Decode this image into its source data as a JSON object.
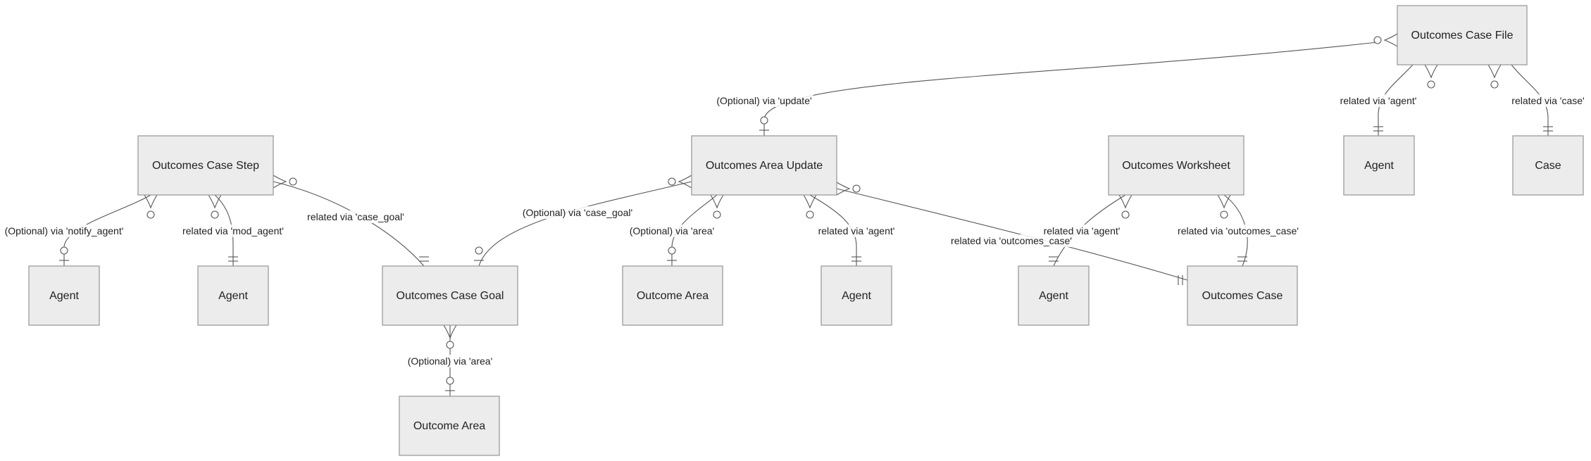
{
  "entities": [
    {
      "id": "case_file",
      "label": "Outcomes Case File"
    },
    {
      "id": "agent_cf",
      "label": "Agent"
    },
    {
      "id": "case",
      "label": "Case"
    },
    {
      "id": "case_step",
      "label": "Outcomes Case Step"
    },
    {
      "id": "agent_notify",
      "label": "Agent"
    },
    {
      "id": "agent_mod",
      "label": "Agent"
    },
    {
      "id": "area_update",
      "label": "Outcomes Area Update"
    },
    {
      "id": "case_goal",
      "label": "Outcomes Case Goal"
    },
    {
      "id": "outcome_area_goal",
      "label": "Outcome Area"
    },
    {
      "id": "outcome_area_update",
      "label": "Outcome Area"
    },
    {
      "id": "agent_update",
      "label": "Agent"
    },
    {
      "id": "worksheet",
      "label": "Outcomes Worksheet"
    },
    {
      "id": "agent_ws",
      "label": "Agent"
    },
    {
      "id": "outcomes_case",
      "label": "Outcomes Case"
    }
  ],
  "relationships": [
    {
      "id": "r1",
      "from": "case_file",
      "to": "area_update",
      "label": "(Optional) via 'update'"
    },
    {
      "id": "r2",
      "from": "case_file",
      "to": "agent_cf",
      "label": "related via 'agent'"
    },
    {
      "id": "r3",
      "from": "case_file",
      "to": "case",
      "label": "related via 'case'"
    },
    {
      "id": "r4",
      "from": "case_step",
      "to": "agent_notify",
      "label": "(Optional) via 'notify_agent'"
    },
    {
      "id": "r5",
      "from": "case_step",
      "to": "agent_mod",
      "label": "related via 'mod_agent'"
    },
    {
      "id": "r6",
      "from": "case_step",
      "to": "case_goal",
      "label": "related via 'case_goal'"
    },
    {
      "id": "r7",
      "from": "area_update",
      "to": "case_goal",
      "label": "(Optional) via 'case_goal'"
    },
    {
      "id": "r8",
      "from": "area_update",
      "to": "outcome_area_update",
      "label": "(Optional) via 'area'"
    },
    {
      "id": "r9",
      "from": "area_update",
      "to": "agent_update",
      "label": "related via 'agent'"
    },
    {
      "id": "r10",
      "from": "area_update",
      "to": "outcomes_case",
      "label": "related via 'outcomes_case'"
    },
    {
      "id": "r11",
      "from": "worksheet",
      "to": "agent_ws",
      "label": "related via 'agent'"
    },
    {
      "id": "r12",
      "from": "worksheet",
      "to": "outcomes_case",
      "label": "related via 'outcomes_case'"
    },
    {
      "id": "r13",
      "from": "case_goal",
      "to": "outcome_area_goal",
      "label": "(Optional) via 'area'"
    }
  ]
}
